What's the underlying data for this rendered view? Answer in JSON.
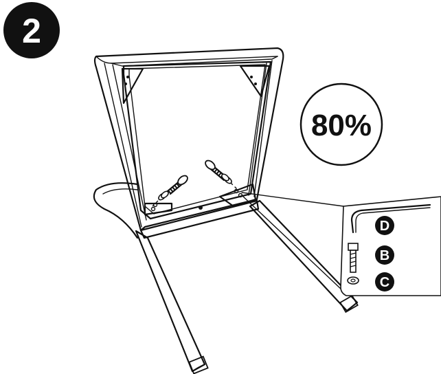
{
  "step": {
    "number": "2"
  },
  "torque": {
    "label": "80%"
  },
  "parts": [
    {
      "letter": "D",
      "icon": "allen-key-icon"
    },
    {
      "letter": "B",
      "icon": "bolt-icon"
    },
    {
      "letter": "C",
      "icon": "washer-icon"
    }
  ],
  "colors": {
    "ink": "#111111",
    "paper": "#ffffff"
  }
}
